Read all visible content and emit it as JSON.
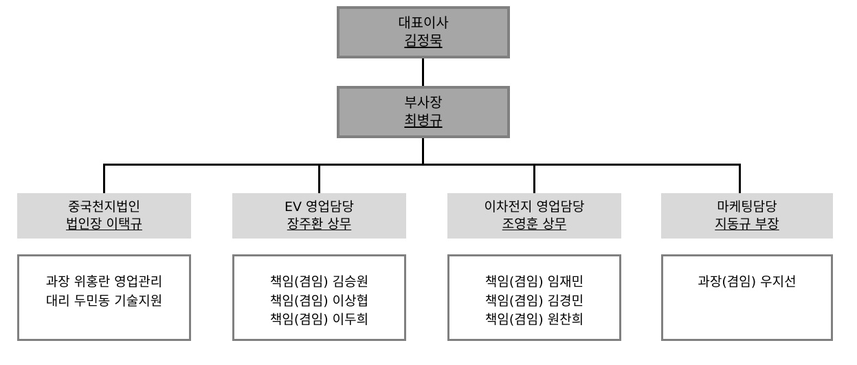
{
  "chart": {
    "type": "org-chart",
    "levels": [
      {
        "level": 1,
        "nodes": [
          {
            "title": "대표이사",
            "name": "김정묵"
          }
        ]
      },
      {
        "level": 2,
        "nodes": [
          {
            "title": "부사장",
            "name": "최병규"
          }
        ]
      },
      {
        "level": 3,
        "nodes": [
          {
            "title": "중국천지법인",
            "name": "법인장 이택규"
          },
          {
            "title": "EV 영업담당",
            "name": "장주환 상무"
          },
          {
            "title": "이차전지 영업담당",
            "name": "조영훈 상무"
          },
          {
            "title": "마케팅담당",
            "name": "지동규 부장"
          }
        ]
      },
      {
        "level": 4,
        "nodes": [
          {
            "members": [
              "과장 위홍란 영업관리",
              "대리 두민동 기술지원"
            ]
          },
          {
            "members": [
              "책임(겸임) 김승원",
              "책임(겸임) 이상협",
              "책임(겸임) 이두희"
            ]
          },
          {
            "members": [
              "책임(겸임) 임재민",
              "책임(겸임) 김경민",
              "책임(겸임) 원찬희"
            ]
          },
          {
            "members": [
              "과장(겸임) 우지선"
            ]
          }
        ]
      }
    ]
  },
  "colors": {
    "executive_fill": "#a6a6a6",
    "executive_border": "#808080",
    "department_fill": "#d9d9d9",
    "member_fill": "#ffffff",
    "member_border": "#808080",
    "connector": "#000000",
    "text": "#000000",
    "background": "#ffffff"
  }
}
